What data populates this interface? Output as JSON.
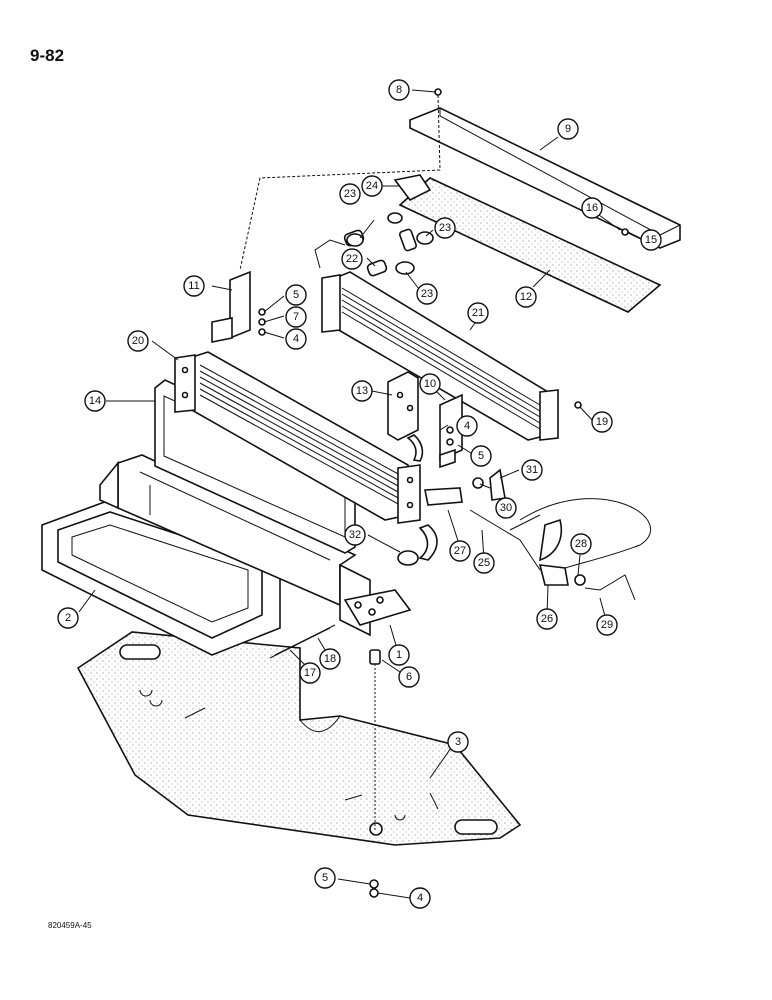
{
  "page_number": "9-82",
  "figure_code": "820459A-45",
  "callouts": [
    "1",
    "2",
    "3",
    "4",
    "5",
    "6",
    "7",
    "8",
    "9",
    "10",
    "11",
    "12",
    "13",
    "14",
    "15",
    "16",
    "17",
    "18",
    "19",
    "20",
    "21",
    "22",
    "23",
    "24",
    "25",
    "26",
    "27",
    "28",
    "29",
    "30",
    "31",
    "32"
  ]
}
